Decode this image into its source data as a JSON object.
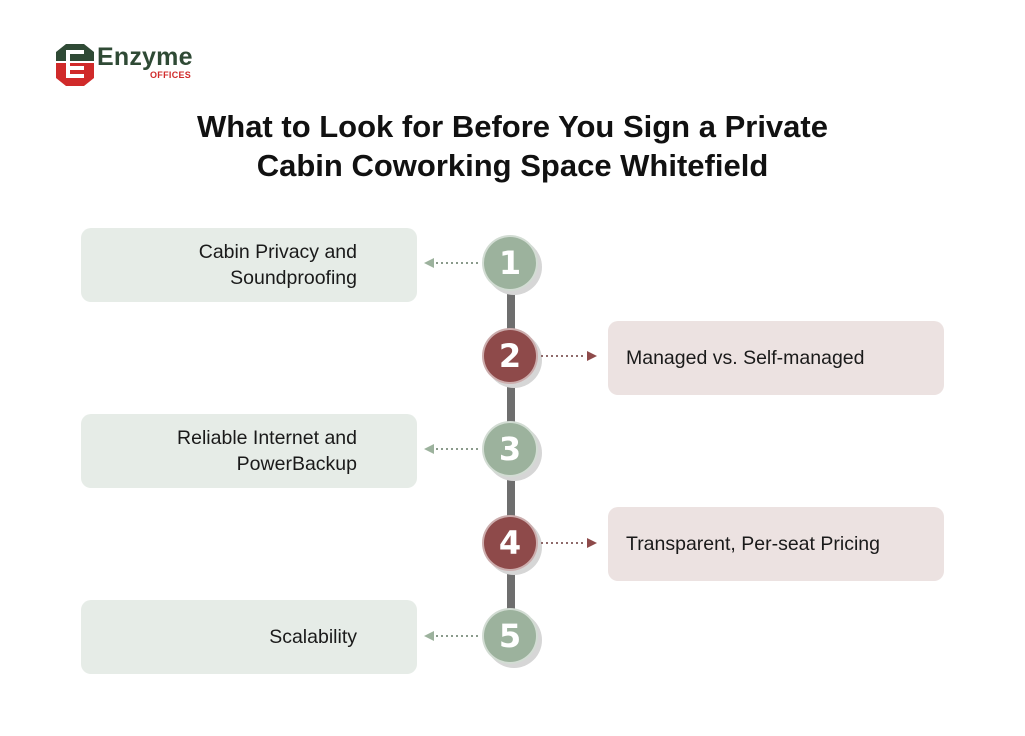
{
  "logo": {
    "name": "Enzyme",
    "sub": "OFFICES",
    "colors": {
      "green": "#2f4a35",
      "red": "#d02a2a"
    }
  },
  "title": {
    "line1": "What to Look for Before You Sign a Private",
    "line2": "Cabin Coworking Space Whitefield"
  },
  "colors": {
    "green_node": "#9cb29d",
    "red_node": "#8e4a4a",
    "green_box": "#e6ece7",
    "red_box": "#ece2e1",
    "spine": "#6e6e6e"
  },
  "steps": [
    {
      "number": "1",
      "lines": [
        "Cabin Privacy and",
        "Soundproofing"
      ],
      "side": "left",
      "color": "green"
    },
    {
      "number": "2",
      "lines": [
        "Managed vs. Self-managed"
      ],
      "side": "right",
      "color": "red"
    },
    {
      "number": "3",
      "lines": [
        "Reliable Internet and",
        "PowerBackup"
      ],
      "side": "left",
      "color": "green"
    },
    {
      "number": "4",
      "lines": [
        "Transparent, Per-seat Pricing"
      ],
      "side": "right",
      "color": "red"
    },
    {
      "number": "5",
      "lines": [
        "Scalability"
      ],
      "side": "left",
      "color": "green"
    }
  ]
}
